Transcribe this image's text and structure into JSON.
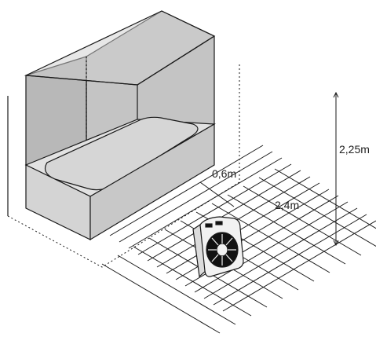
{
  "dimensions": {
    "bath_clearance": "0,6m",
    "floor_distance": "2,4m",
    "height": "2,25m"
  },
  "colors": {
    "enclosure_fill": "#c8c8c8",
    "bath_fill": "#e0e0e0",
    "bath_inner": "#d9d9d9",
    "line": "#1a1a1a",
    "heater_body": "#f2f2f2",
    "fan_dark": "#111111"
  },
  "icons": [
    "bathtub-icon",
    "fan-heater-icon"
  ]
}
